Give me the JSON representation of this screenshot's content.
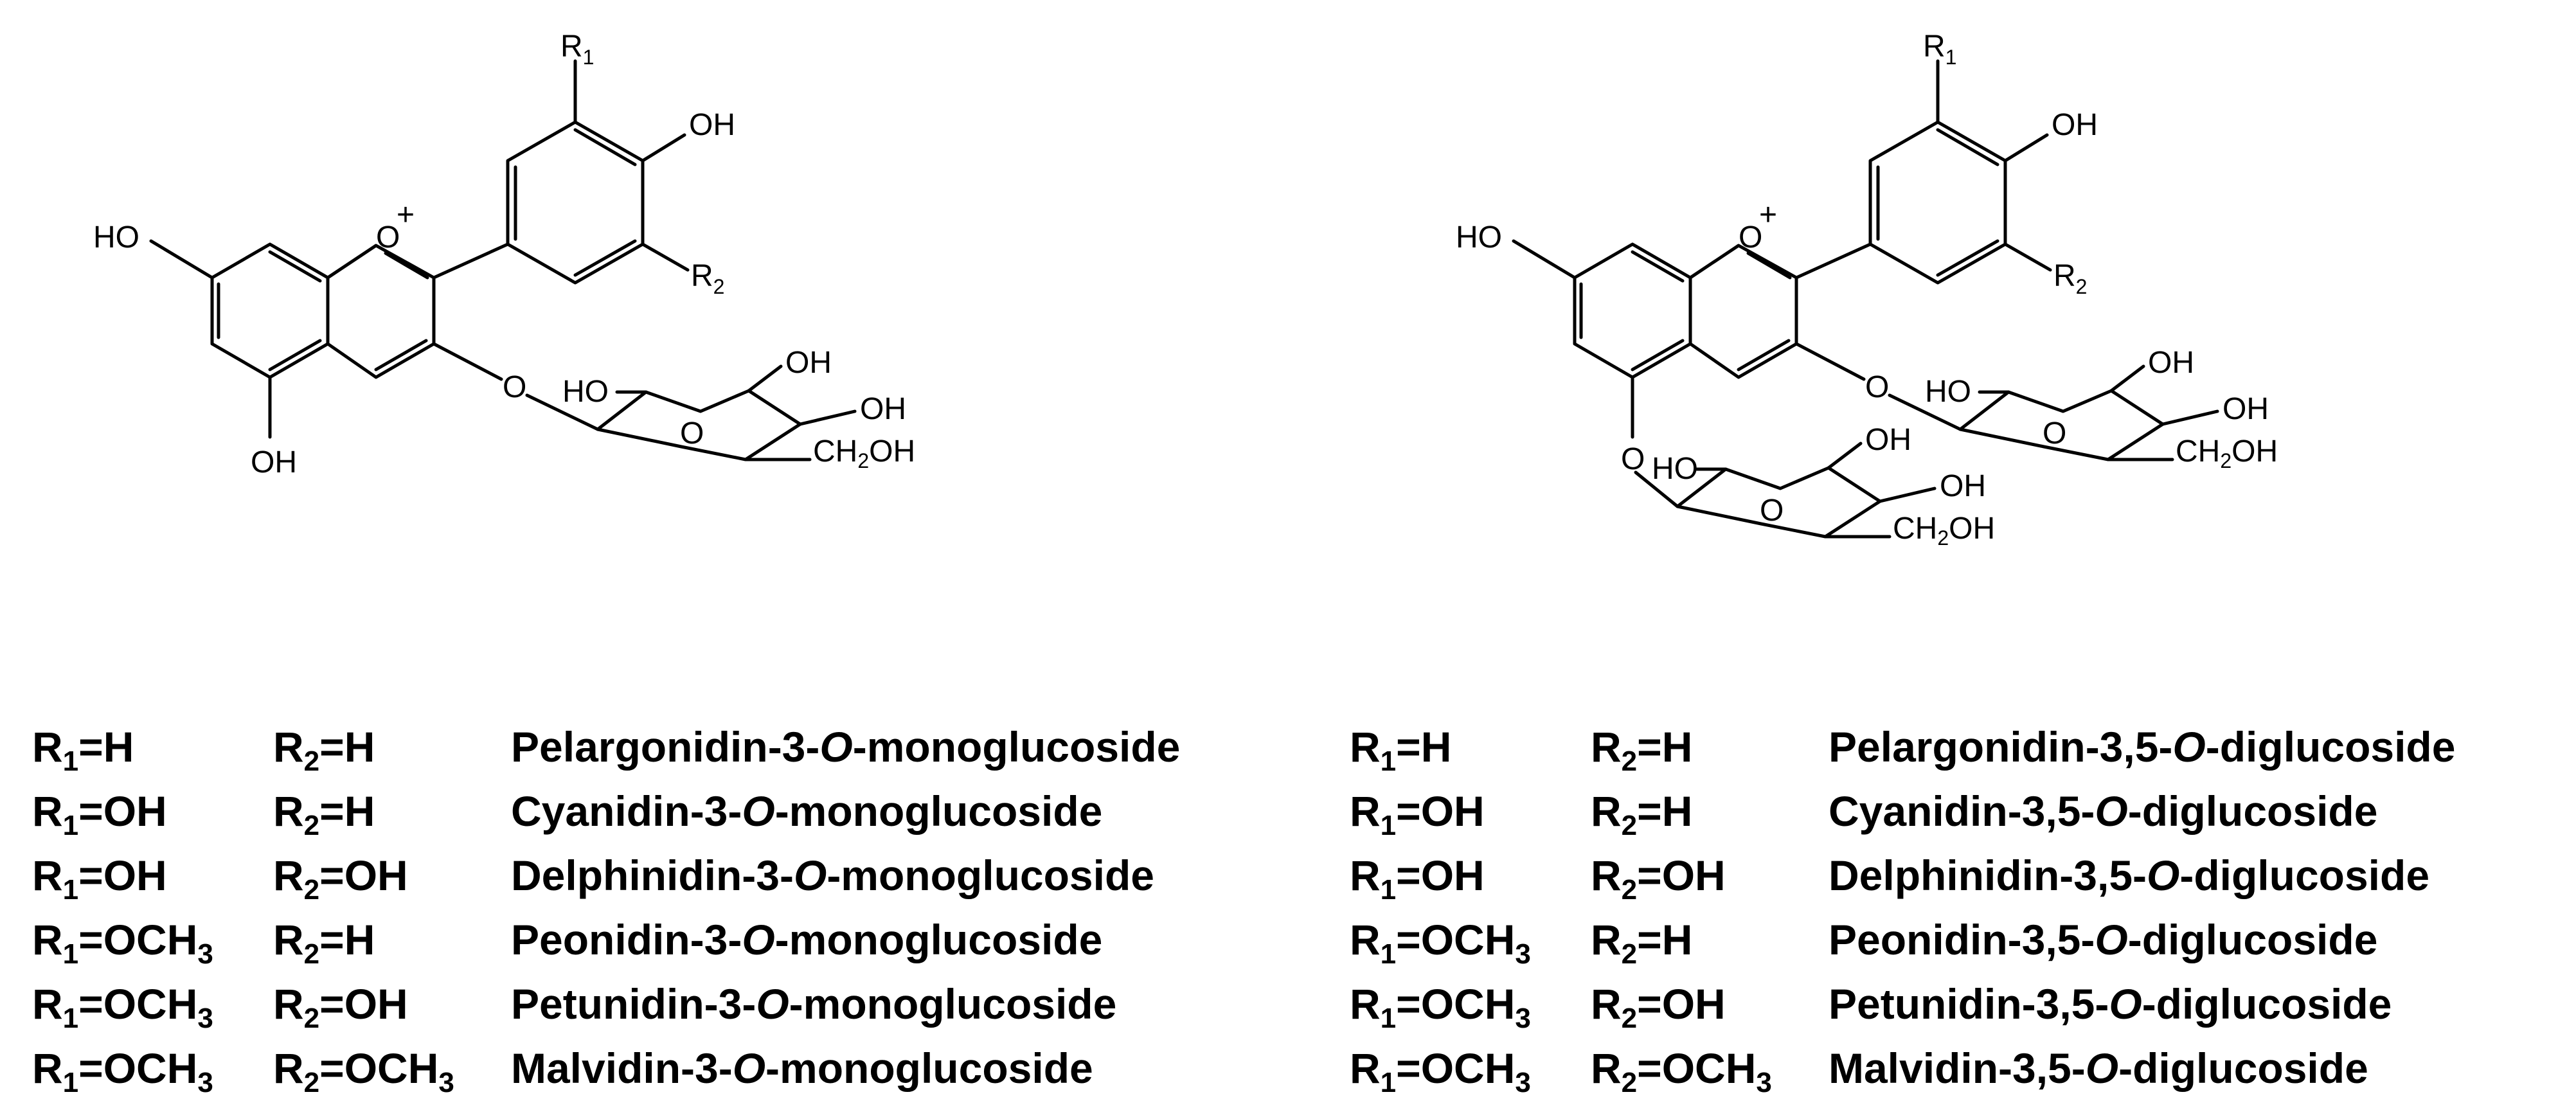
{
  "structures": {
    "mono": {
      "r1": {
        "main": "R",
        "sub": "1"
      },
      "r2": {
        "main": "R",
        "sub": "2"
      },
      "oh_b": "OH",
      "ho_7": "HO",
      "oh_5": "OH",
      "o_ring": "O",
      "plus": "+",
      "o_gly": "O",
      "sugar_ho": "HO",
      "sugar_oh_top": "OH",
      "sugar_oh_right": "OH",
      "sugar_o": "O",
      "ch2oh": {
        "a": "CH",
        "sub": "2",
        "b": "OH"
      }
    },
    "di": {
      "r1": {
        "main": "R",
        "sub": "1"
      },
      "r2": {
        "main": "R",
        "sub": "2"
      },
      "oh_b": "OH",
      "ho_7": "HO",
      "o_ring": "O",
      "plus": "+",
      "o_gly3": "O",
      "o_gly5": "O",
      "sugar1": {
        "ho": "HO",
        "oh_top": "OH",
        "oh_right": "OH",
        "o": "O",
        "ch2oh": {
          "a": "CH",
          "sub": "2",
          "b": "OH"
        }
      },
      "sugar2": {
        "ho": "HO",
        "oh_top": "OH",
        "oh_right": "OH",
        "o": "O",
        "ch2oh": {
          "a": "CH",
          "sub": "2",
          "b": "OH"
        }
      }
    }
  },
  "table": {
    "left": [
      {
        "r1": {
          "base": "R",
          "sub": "1",
          "rest": "=H"
        },
        "r2": {
          "base": "R",
          "sub": "2",
          "rest": "=H"
        },
        "name": {
          "pre": "Pelargonidin-3-",
          "italic": "O",
          "post": "-monoglucoside"
        }
      },
      {
        "r1": {
          "base": "R",
          "sub": "1",
          "rest": "=OH"
        },
        "r2": {
          "base": "R",
          "sub": "2",
          "rest": "=H"
        },
        "name": {
          "pre": "Cyanidin-3-",
          "italic": "O",
          "post": "-monoglucoside"
        }
      },
      {
        "r1": {
          "base": "R",
          "sub": "1",
          "rest": "=OH"
        },
        "r2": {
          "base": "R",
          "sub": "2",
          "rest": "=OH"
        },
        "name": {
          "pre": "Delphinidin-3-",
          "italic": "O",
          "post": "-monoglucoside"
        }
      },
      {
        "r1": {
          "base": "R",
          "sub": "1",
          "rest": "=OCH",
          "sub2": "3"
        },
        "r2": {
          "base": "R",
          "sub": "2",
          "rest": "=H"
        },
        "name": {
          "pre": "Peonidin-3-",
          "italic": "O",
          "post": "-monoglucoside"
        }
      },
      {
        "r1": {
          "base": "R",
          "sub": "1",
          "rest": "=OCH",
          "sub2": "3"
        },
        "r2": {
          "base": "R",
          "sub": "2",
          "rest": "=OH"
        },
        "name": {
          "pre": "Petunidin-3-",
          "italic": "O",
          "post": "-monoglucoside"
        }
      },
      {
        "r1": {
          "base": "R",
          "sub": "1",
          "rest": "=OCH",
          "sub2": "3"
        },
        "r2": {
          "base": "R",
          "sub": "2",
          "rest": "=OCH",
          "sub2": "3"
        },
        "name": {
          "pre": "Malvidin-3-",
          "italic": "O",
          "post": "-monoglucoside"
        }
      }
    ],
    "right": [
      {
        "r1": {
          "base": "R",
          "sub": "1",
          "rest": "=H"
        },
        "r2": {
          "base": "R",
          "sub": "2",
          "rest": "=H"
        },
        "name": {
          "pre": "Pelargonidin-3,5-",
          "italic": "O",
          "post": "-diglucoside"
        }
      },
      {
        "r1": {
          "base": "R",
          "sub": "1",
          "rest": "=OH"
        },
        "r2": {
          "base": "R",
          "sub": "2",
          "rest": "=H"
        },
        "name": {
          "pre": "Cyanidin-3,5-",
          "italic": "O",
          "post": "-diglucoside"
        }
      },
      {
        "r1": {
          "base": "R",
          "sub": "1",
          "rest": "=OH"
        },
        "r2": {
          "base": "R",
          "sub": "2",
          "rest": "=OH"
        },
        "name": {
          "pre": "Delphinidin-3,5-",
          "italic": "O",
          "post": "-diglucoside"
        }
      },
      {
        "r1": {
          "base": "R",
          "sub": "1",
          "rest": "=OCH",
          "sub2": "3"
        },
        "r2": {
          "base": "R",
          "sub": "2",
          "rest": "=H"
        },
        "name": {
          "pre": "Peonidin-3,5-",
          "italic": "O",
          "post": "-diglucoside"
        }
      },
      {
        "r1": {
          "base": "R",
          "sub": "1",
          "rest": "=OCH",
          "sub2": "3"
        },
        "r2": {
          "base": "R",
          "sub": "2",
          "rest": "=OH"
        },
        "name": {
          "pre": "Petunidin-3,5-",
          "italic": "O",
          "post": "-diglucoside"
        }
      },
      {
        "r1": {
          "base": "R",
          "sub": "1",
          "rest": "=OCH",
          "sub2": "3"
        },
        "r2": {
          "base": "R",
          "sub": "2",
          "rest": "=OCH",
          "sub2": "3"
        },
        "name": {
          "pre": "Malvidin-3,5-",
          "italic": "O",
          "post": "-diglucoside"
        }
      }
    ]
  }
}
